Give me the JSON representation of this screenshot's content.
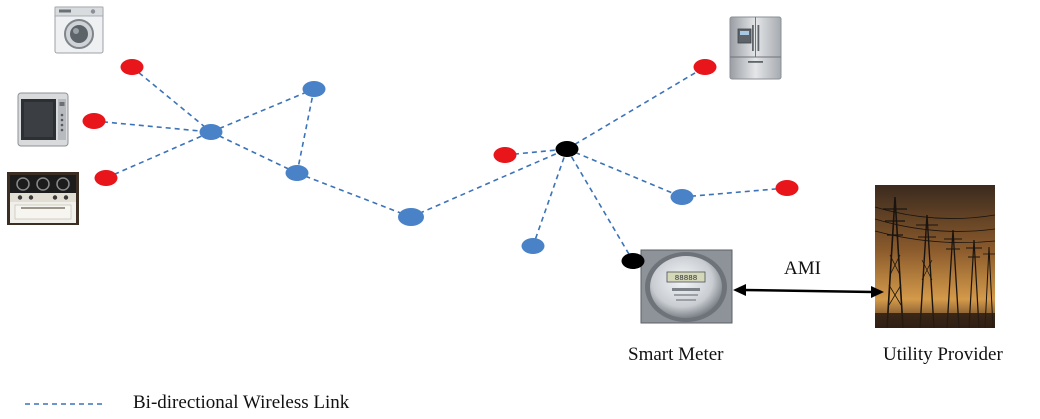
{
  "labels": {
    "ami": "AMI",
    "smart_meter": "Smart Meter",
    "utility_provider": "Utility Provider",
    "legend_link": "Bi-directional Wireless Link"
  },
  "colors": {
    "appliance_node": "#e8161b",
    "router_node": "#4a82c8",
    "gateway_node": "#000000",
    "link": "#3c73b8"
  },
  "icons": {
    "washing_machine": "washing-machine-icon",
    "microwave": "microwave-icon",
    "stove": "stove-icon",
    "refrigerator": "refrigerator-icon",
    "smart_meter": "smart-meter-icon",
    "utility_provider": "power-tower-icon"
  }
}
